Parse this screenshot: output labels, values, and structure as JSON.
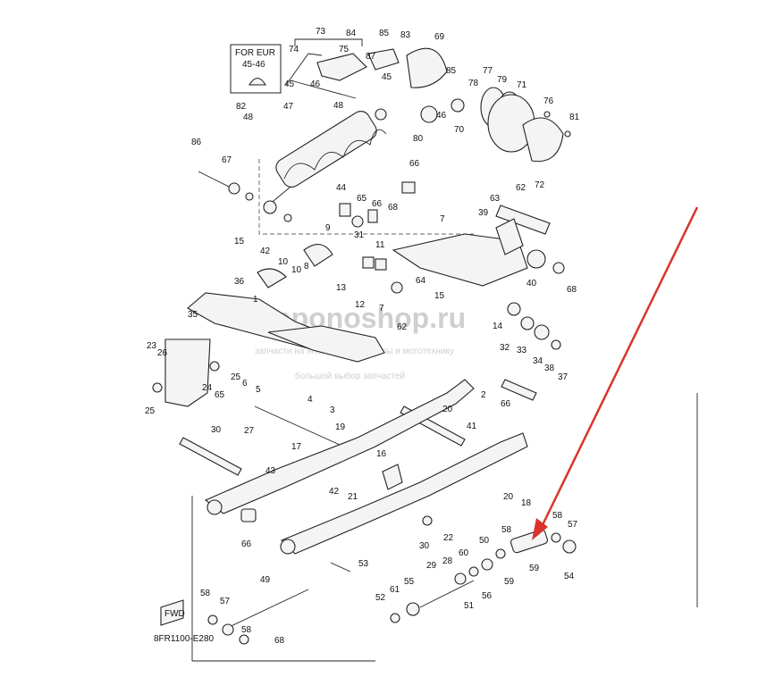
{
  "diagram": {
    "inset_text": "FOR EUR",
    "inset_range": "45-46",
    "fwd_label": "FWD",
    "code": "8FR1100-E280",
    "watermark": "yaponoshop.ru",
    "watermark_sub1": "запчасти на японские мотоциклы и мототехнику",
    "watermark_sub2": "большой выбор запчастей",
    "arrow_color": "#d9342b",
    "labels": [
      "73",
      "84",
      "85",
      "83",
      "69",
      "74",
      "75",
      "87",
      "FOR EUR",
      "45",
      "46",
      "45",
      "85",
      "78",
      "77",
      "79",
      "71",
      "76",
      "81",
      "82",
      "48",
      "47",
      "48",
      "46",
      "80",
      "70",
      "72",
      "86",
      "67",
      "66",
      "62",
      "44",
      "65",
      "66",
      "68",
      "63",
      "39",
      "42",
      "9",
      "7",
      "31",
      "15",
      "10",
      "11",
      "13",
      "10",
      "8",
      "64",
      "15",
      "68",
      "40",
      "36",
      "1",
      "7",
      "12",
      "62",
      "14",
      "32",
      "33",
      "34",
      "38",
      "37",
      "35",
      "23",
      "26",
      "25",
      "6",
      "5",
      "3",
      "4",
      "2",
      "66",
      "65",
      "24",
      "25",
      "30",
      "27",
      "17",
      "19",
      "20",
      "41",
      "42",
      "21",
      "16",
      "20",
      "43",
      "30",
      "22",
      "18",
      "58",
      "57",
      "58",
      "59",
      "50",
      "54",
      "66",
      "28",
      "60",
      "59",
      "53",
      "29",
      "56",
      "51",
      "55",
      "52",
      "61",
      "58",
      "57",
      "49",
      "58",
      "68"
    ]
  }
}
